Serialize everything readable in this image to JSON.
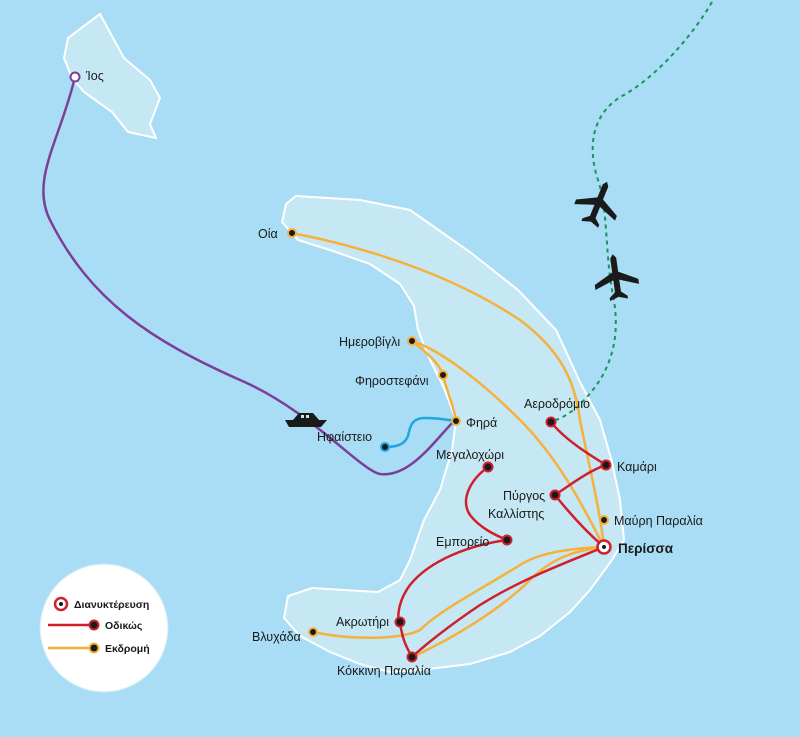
{
  "colors": {
    "sea": "#a9dcf5",
    "land": "#c6e8f4",
    "road": "#d0202e",
    "excursion": "#f5b13b",
    "ferry": "#7b3f98",
    "volcano_boat": "#1ea7e0",
    "flight": "#15975a"
  },
  "places": {
    "ios": "Ίος",
    "oia": "Οία",
    "imerovigli": "Ημεροβίγλι",
    "firostefani": "Φηροστεφάνι",
    "fira": "Φηρά",
    "volcano": "Ηφαίστειο",
    "airport": "Αεροδρόμιο",
    "megalochori": "Μεγαλοχώρι",
    "kamari": "Καμάρι",
    "pyrgos_1": "Πύργος",
    "pyrgos_2": "Καλλίστης",
    "mavri_paralia": "Μαύρη Παραλία",
    "perissa": "Περίσσα",
    "emporeio": "Εμπορείο",
    "akrotiri": "Ακρωτήρι",
    "vlychada": "Βλυχάδα",
    "kokkini_paralia": "Κόκκινη Παραλία"
  },
  "legend": {
    "accommodation": "Διανυκτέρευση",
    "road": "Οδικώς",
    "excursion": "Εκδρομή"
  },
  "icons": [
    "airplane-icon",
    "boat-icon",
    "location-dot-icon",
    "target-ring-icon"
  ]
}
